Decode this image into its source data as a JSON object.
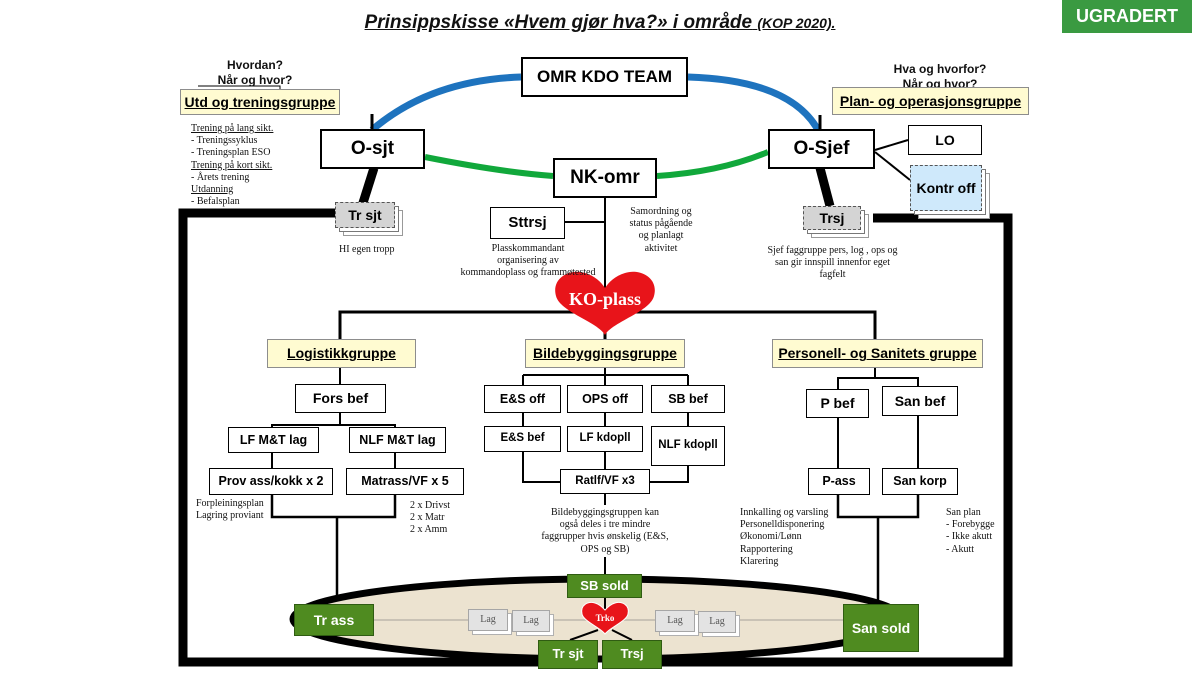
{
  "title": {
    "main": "Prinsippskisse «Hvem gjør hva?» i område",
    "sub": "(KOP 2020)."
  },
  "classification": "UGRADERT",
  "colors": {
    "arc_top": "#1e73be",
    "arc_mid": "#11a83b",
    "heart": "#e8141a",
    "group_fill": "#fffbd1",
    "sold_fill": "#4f8b20",
    "badge": "#3a9a41",
    "ellipse": "#ece3d0"
  },
  "headers": {
    "left": [
      "Hvordan?",
      "Når og hvor?"
    ],
    "right": [
      "Hva og hvorfor?",
      "Når og hvor?"
    ]
  },
  "nodes": {
    "omr_kdo_team": "OMR KDO TEAM",
    "utd_group": "Utd og treningsgruppe",
    "plan_group": "Plan- og operasjonsgruppe",
    "o_sjt": "O-sjt",
    "o_sjef": "O-Sjef",
    "nk_omr": "NK-omr",
    "lo": "LO",
    "kontr_off": "Kontr off",
    "tr_sjt": "Tr sjt",
    "trsj": "Trsj",
    "sttrsj": "Sttrsj",
    "ko_plass": "KO-plass",
    "logistikk": "Logistikkgruppe",
    "bildebygging": "Bildebyggingsgruppe",
    "personell": "Personell- og Sanitets gruppe",
    "fors_bef": "Fors bef",
    "lf_mt_lag": "LF M&T lag",
    "nlf_mt_lag": "NLF M&T lag",
    "prov_ass": "Prov ass/kokk x 2",
    "matrass": "Matrass/VF x 5",
    "es_off": "E&S off",
    "ops_off": "OPS off",
    "sb_bef": "SB bef",
    "es_bef": "E&S bef",
    "lf_kdopll": "LF kdopll",
    "nlf_kdopll": "NLF kdopll",
    "ratlf": "Ratlf/VF x3",
    "p_bef": "P bef",
    "san_bef": "San bef",
    "p_ass": "P-ass",
    "san_korp": "San korp",
    "sb_sold": "SB sold",
    "tr_ass": "Tr ass",
    "san_sold": "San sold",
    "tr_sjt_bottom": "Tr sjt",
    "trsj_bottom": "Trsj",
    "trko": "Trko",
    "lag": [
      "Lag",
      "Lag",
      "Lag",
      "Lag"
    ]
  },
  "notes": {
    "training": [
      {
        "text": "Trening på lang sikt.",
        "underline": true
      },
      {
        "text": "- Treningssyklus",
        "underline": false
      },
      {
        "text": "- Treningsplan ESO",
        "underline": false
      },
      {
        "text": "Trening på kort sikt.",
        "underline": true
      },
      {
        "text": "- Årets trening",
        "underline": false
      },
      {
        "text": "Utdanning",
        "underline": true
      },
      {
        "text": "- Befalsplan",
        "underline": false
      }
    ],
    "hi_tropp": "HI egen tropp",
    "plasskommandant": [
      "Plasskommandant",
      "organisering av",
      "kommandoplass og frammøtested"
    ],
    "samordning": [
      "Samordning og",
      "status pågående",
      "og planlagt",
      "aktivitet"
    ],
    "sjef_fag": [
      "Sjef faggruppe pers, log , ops og",
      "san gir innspill innenfor eget",
      "fagfelt"
    ],
    "forpleining": [
      "Forpleiningsplan",
      "Lagring proviant"
    ],
    "drivst": [
      "2 x Drivst",
      "2 x Matr",
      "2 x Amm"
    ],
    "bildebygging_note": [
      "Bildebyggingsgruppen kan",
      "også deles i tre mindre",
      "faggrupper hvis ønskelig (E&S,",
      "OPS og SB)"
    ],
    "innkalling": [
      "Innkalling og varsling",
      "Personelldisponering",
      "Økonomi/Lønn",
      "Rapportering",
      "Klarering"
    ],
    "san_plan": [
      "San plan",
      "- Forebygge",
      "- Ikke akutt",
      "- Akutt"
    ]
  }
}
